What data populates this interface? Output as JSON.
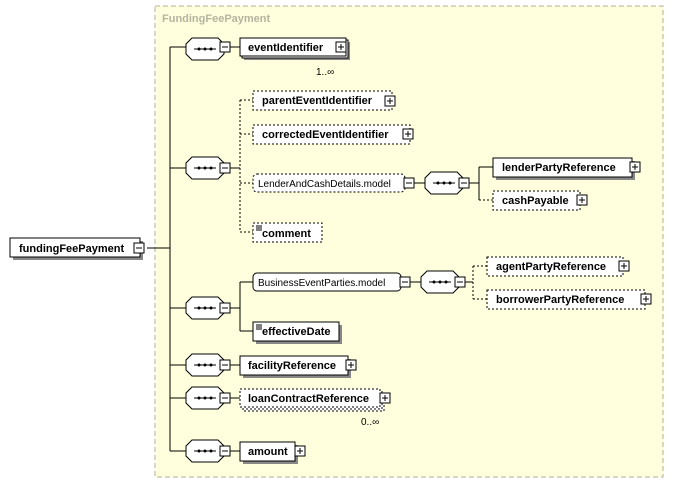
{
  "group_title": "FundingFeePayment",
  "root": {
    "label": "fundingFeePayment"
  },
  "elements": {
    "eventIdentifier": {
      "label": "eventIdentifier",
      "cardinality": "1..∞"
    },
    "parentEventIdentifier": {
      "label": "parentEventIdentifier"
    },
    "correctedEventIdentifier": {
      "label": "correctedEventIdentifier"
    },
    "lenderAndCashDetails": {
      "label": "LenderAndCashDetails.model"
    },
    "lenderPartyReference": {
      "label": "lenderPartyReference"
    },
    "cashPayable": {
      "label": "cashPayable"
    },
    "comment": {
      "label": "comment"
    },
    "businessEventParties": {
      "label": "BusinessEventParties.model"
    },
    "agentPartyReference": {
      "label": "agentPartyReference"
    },
    "borrowerPartyReference": {
      "label": "borrowerPartyReference"
    },
    "effectiveDate": {
      "label": "effectiveDate"
    },
    "facilityReference": {
      "label": "facilityReference"
    },
    "loanContractReference": {
      "label": "loanContractReference",
      "cardinality": "0..∞"
    },
    "amount": {
      "label": "amount"
    }
  },
  "icons": {
    "sequence": "sequence-compositor-icon",
    "expand": "expand-plus-icon",
    "collapse": "collapse-minus-icon",
    "simple_type": "simple-content-icon"
  },
  "colors": {
    "group_fill": "#ffffdd",
    "group_border": "#b0b090",
    "box_fill": "#ffffff",
    "shadow": "#888888"
  }
}
